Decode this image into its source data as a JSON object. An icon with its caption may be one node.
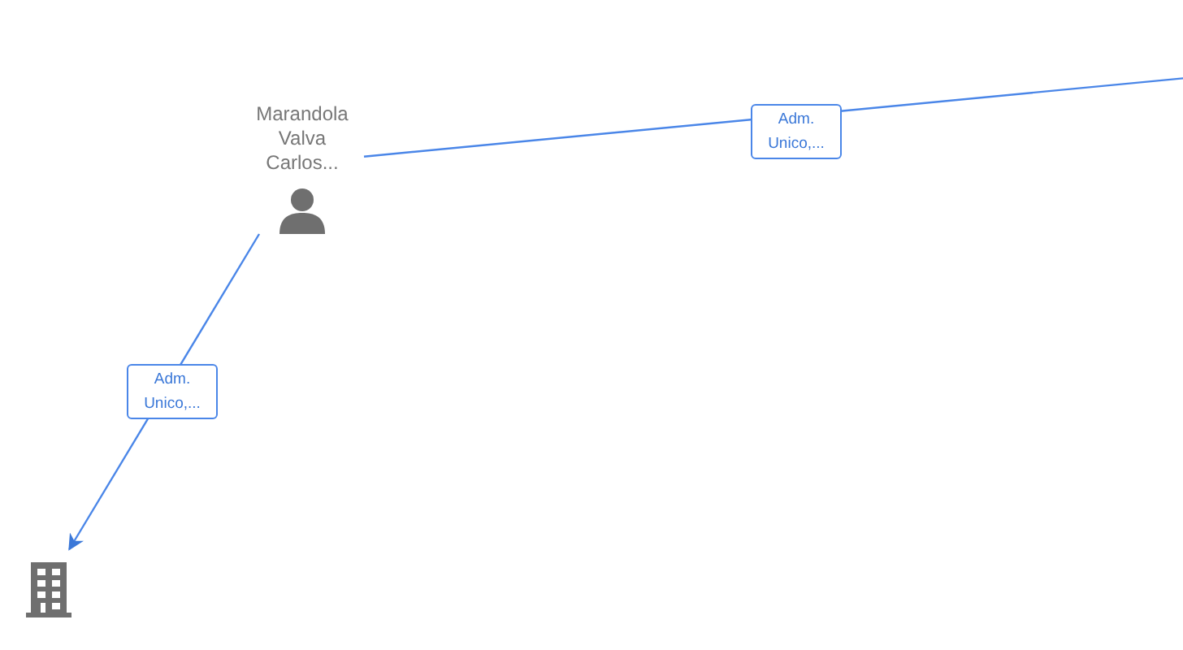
{
  "diagram": {
    "nodes": [
      {
        "text": [
          "Marandola Valva Carlos..."
        ]
      },
      {
        "text": [],
        "shape": "building"
      }
    ],
    "edges": [
      {
        "from": 0,
        "to": null,
        "arrow": "none",
        "label": "Adm. Unico,..."
      },
      {
        "from": 0,
        "to": 1,
        "arrow": "to",
        "label": "Adm. Unico,..."
      }
    ]
  }
}
